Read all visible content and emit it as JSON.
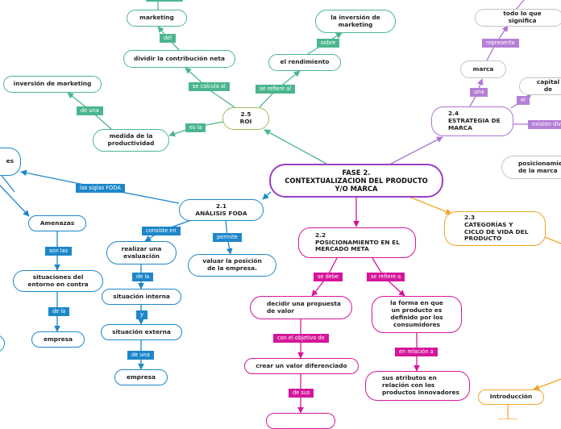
{
  "central": "FASE 2.\nCONTEXTUALIZACION DEL PRODUCTO\nY/O MARCA",
  "roi": {
    "title": "2.5\nROI",
    "links": {
      "se_calcula_al": "se calcula al",
      "del": "del",
      "se_refiere_al": "se refiere al",
      "sobre": "sobre",
      "es_la": "es la",
      "de_una": "de una"
    },
    "nodes": {
      "marketing": "marketing",
      "dividir": "dividir la contribución neta",
      "rendimiento": "el rendimiento",
      "inversion_marketing_top": "la inversión de\nmarketing",
      "medida": "medida de la\nproductividad",
      "inversion_marketing": "inversión de marketing"
    }
  },
  "foda": {
    "title": "2.1\nANÁLISIS FODA",
    "links": {
      "siglas": "las siglas FODA",
      "consiste_en": "consiste en",
      "permite": "permite",
      "de_la": "de la",
      "y": "y",
      "de_una": "de una",
      "son_las": "son las",
      "de_la_2": "de la"
    },
    "nodes": {
      "partial_left": "es",
      "amenazas": "Amenazas",
      "situaciones": "situaciones del\nentorno en contra",
      "empresa_left": "empresa",
      "realizar": "realizar una\nevaluación",
      "sit_interna": "situación interna",
      "sit_externa": "situación externa",
      "empresa": "empresa",
      "valuar": "valuar la posición\nde la empresa."
    }
  },
  "posicionamiento": {
    "title": "2.2\nPOSICIONAMIENTO EN EL\nMERCADO META",
    "links": {
      "se_debe": "se debe",
      "se_refiere_a": "se refiere a",
      "con_objetivo": "con el objetivo de",
      "de_sus": "de sus",
      "en_relacion": "en relación a"
    },
    "nodes": {
      "decidir": "decidir una propuesta\nde valor",
      "crear": "crear un valor diferenciado",
      "forma": "la forma en que\nun producto es\n definido por los\nconsumidores",
      "atributos": "sus atributos en\nrelación con los\nproductos innovadores"
    }
  },
  "estrategia": {
    "title": "2.4\nESTRATEGIA DE\nMARCA",
    "links": {
      "una": "una",
      "representa": "representa",
      "el": "el",
      "existen": "existen div"
    },
    "nodes": {
      "marca": "marca",
      "todo": "todo lo que significa",
      "capital": "capital de",
      "posicionamiento": "posicionamien\nde la marca"
    }
  },
  "ciclo": {
    "title": "2.3\nCATEGORÍAS Y\nCICLO DE VIDA DEL\nPRODUCTO",
    "nodes": {
      "introduccion": "Introducción"
    }
  },
  "colors": {
    "blue": "#1d87c9",
    "green": "#4bb68e",
    "lime": "#9cbf5a",
    "purple": "#9b3fc4",
    "violet": "#b074d4",
    "magenta": "#d5169a",
    "orange": "#f2a42a"
  }
}
